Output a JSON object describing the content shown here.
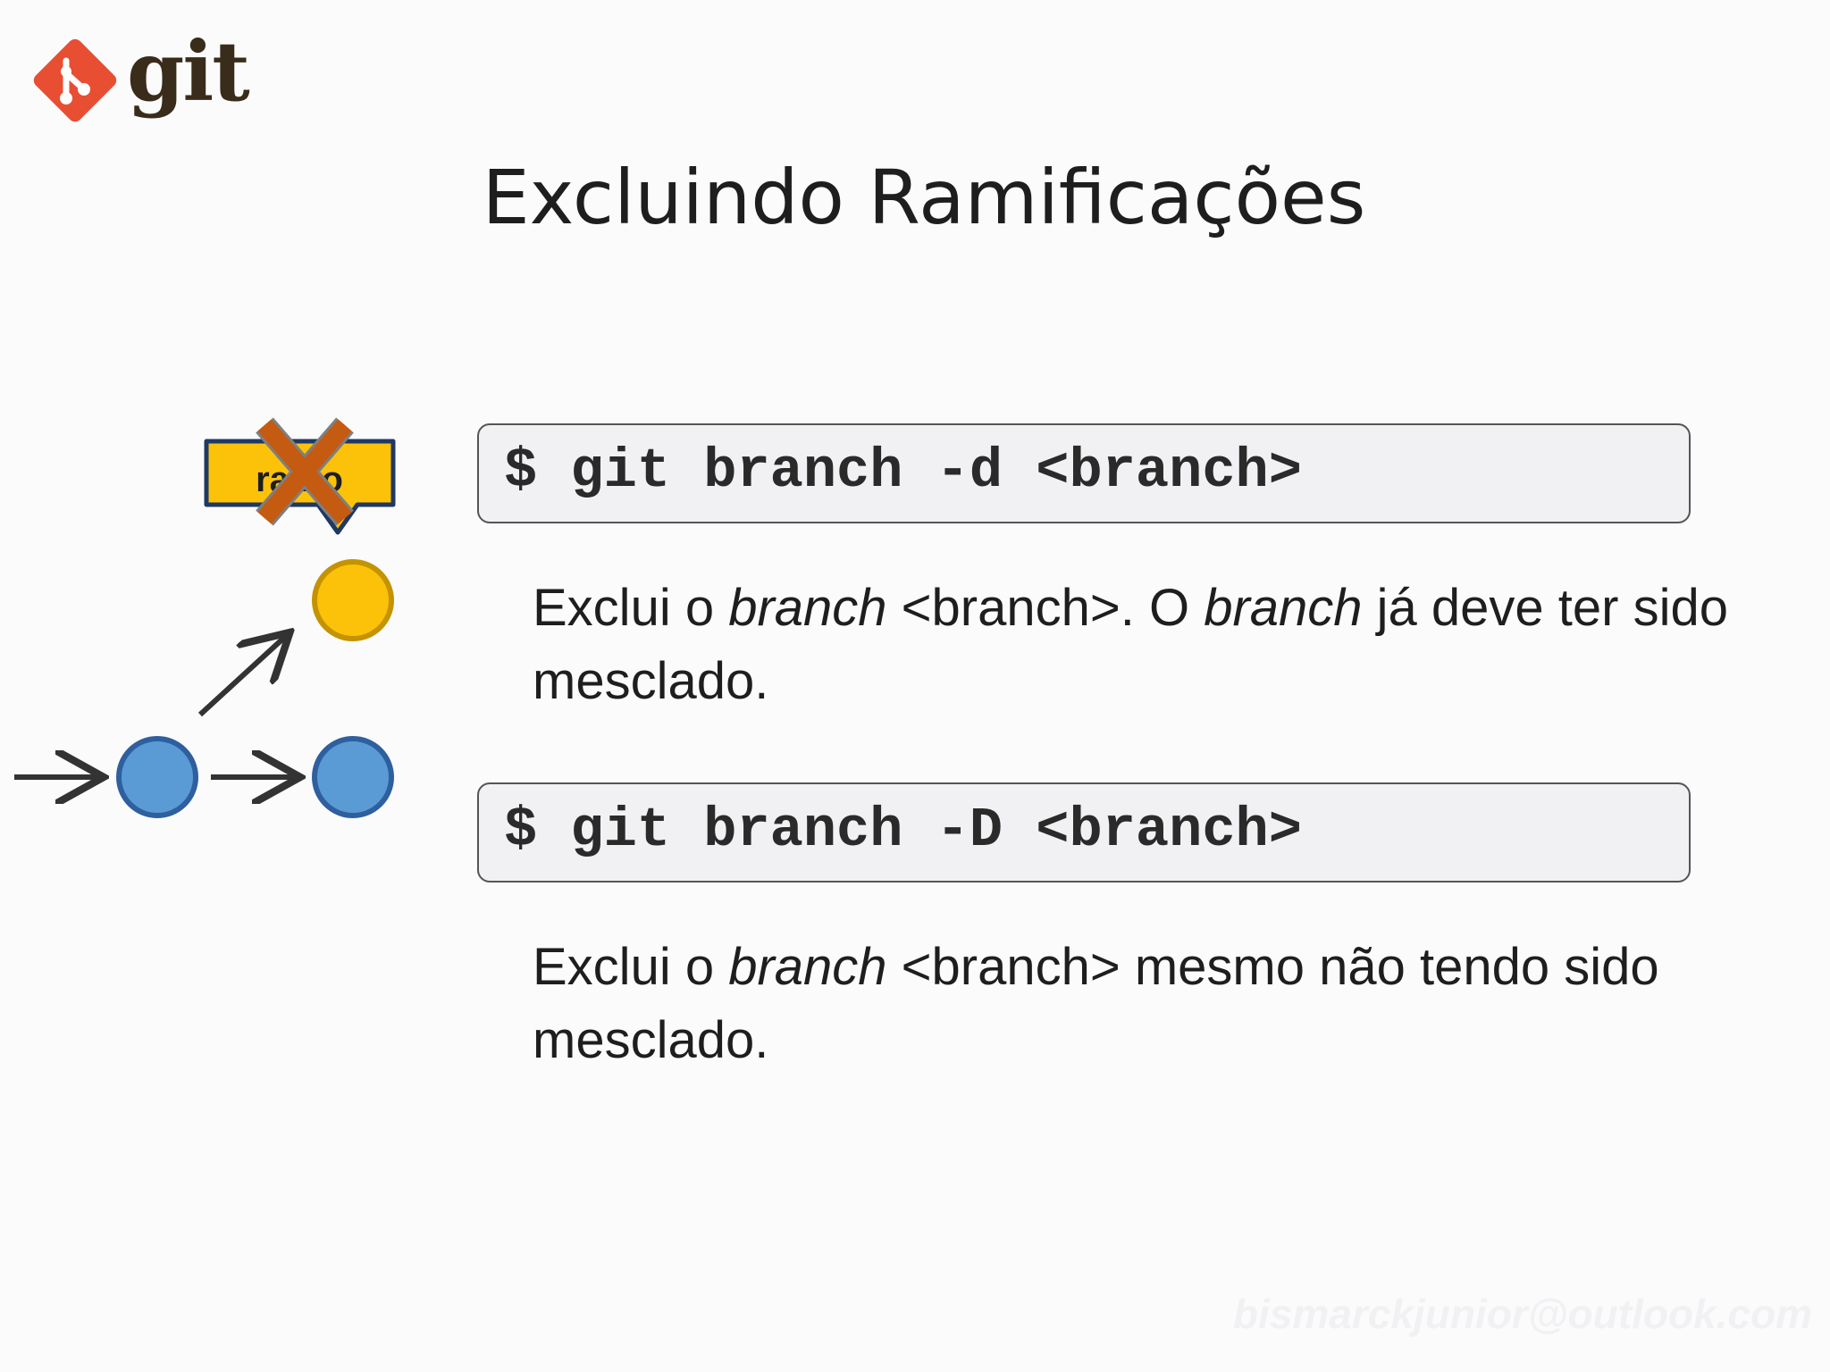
{
  "logo": {
    "text": "git",
    "icon": "git-logo-icon",
    "brand_color": "#e84e32"
  },
  "slide": {
    "title": "Excluindo Ramificações"
  },
  "diagram": {
    "branch_label": "ramo",
    "deleted_mark": "x-icon",
    "colors": {
      "label_bg": "#fcc20a",
      "commit_blue": "#5b9bd5",
      "commit_yellow": "#fcc20a",
      "cross": "#c55a11"
    }
  },
  "commands": [
    {
      "text": "$ git branch -d <branch>",
      "desc": [
        {
          "t": "Exclui o ",
          "i": false
        },
        {
          "t": "branch",
          "i": true
        },
        {
          "t": " <branch>. O ",
          "i": false
        },
        {
          "t": "branch",
          "i": true
        },
        {
          "t": " já deve ter sido mesclado.",
          "i": false
        }
      ]
    },
    {
      "text": "$ git branch -D <branch>",
      "desc": [
        {
          "t": "Exclui o ",
          "i": false
        },
        {
          "t": "branch",
          "i": true
        },
        {
          "t": " <branch> mesmo não tendo sido mesclado.",
          "i": false
        }
      ]
    }
  ],
  "watermark": "bismarckjunior@outlook.com"
}
